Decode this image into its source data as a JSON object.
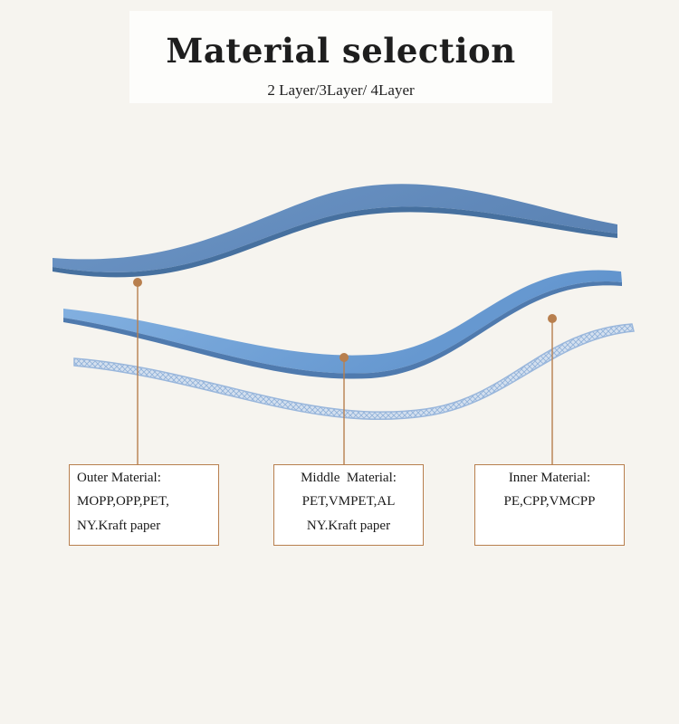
{
  "header": {
    "title": "Material selection",
    "subtitle": "2 Layer/3Layer/ 4Layer"
  },
  "colors": {
    "outer_layer": "#5d86b8",
    "middle_layer": "#6f9fd4",
    "inner_layer": "#b8cbe4",
    "leader_line": "#b87f4e",
    "box_border": "#b87f4e"
  },
  "labels": {
    "outer": {
      "heading": "Outer Material:",
      "lines": [
        "MOPP,OPP,PET,",
        "NY.Kraft paper"
      ]
    },
    "middle": {
      "heading": "Middle  Material:",
      "lines": [
        "PET,VMPET,AL",
        "NY.Kraft paper"
      ]
    },
    "inner": {
      "heading": "Inner Material:",
      "lines": [
        "PE,CPP,VMCPP"
      ]
    }
  }
}
